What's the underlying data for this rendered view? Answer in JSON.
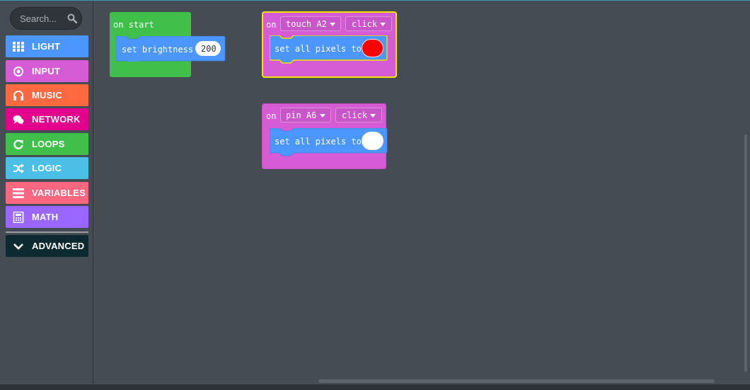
{
  "sidebar": {
    "search_placeholder": "Search...",
    "categories": [
      {
        "label": "LIGHT",
        "color": "#4C97FF",
        "icon": "grid-icon"
      },
      {
        "label": "INPUT",
        "color": "#D65CD6",
        "icon": "target-icon"
      },
      {
        "label": "MUSIC",
        "color": "#FF6941",
        "icon": "headphones-icon"
      },
      {
        "label": "NETWORK",
        "color": "#E3008C",
        "icon": "chat-icon"
      },
      {
        "label": "LOOPS",
        "color": "#40BF4A",
        "icon": "refresh-icon"
      },
      {
        "label": "LOGIC",
        "color": "#4CBFE6",
        "icon": "shuffle-icon"
      },
      {
        "label": "VARIABLES",
        "color": "#FF6680",
        "icon": "list-icon"
      },
      {
        "label": "MATH",
        "color": "#9966FF",
        "icon": "calculator-icon"
      }
    ],
    "advanced_label": "ADVANCED",
    "advanced_color": "#0c2a2f"
  },
  "workspace": {
    "on_start": {
      "label": "on start",
      "color": "#40BF4A",
      "brightness_label": "set brightness",
      "brightness_value": "200"
    },
    "touch_event": {
      "on_label": "on",
      "source": "touch A2",
      "action": "click",
      "color": "#D65CD6",
      "highlight": "#F2E400",
      "body_label": "set all pixels to",
      "pixel_color": "#FF0000"
    },
    "pin_event": {
      "on_label": "on",
      "source": "pin A6",
      "action": "click",
      "color": "#D65CD6",
      "body_label": "set all pixels to",
      "pixel_color": "#FFFFFF"
    },
    "action_block_color": "#4C97FF"
  }
}
